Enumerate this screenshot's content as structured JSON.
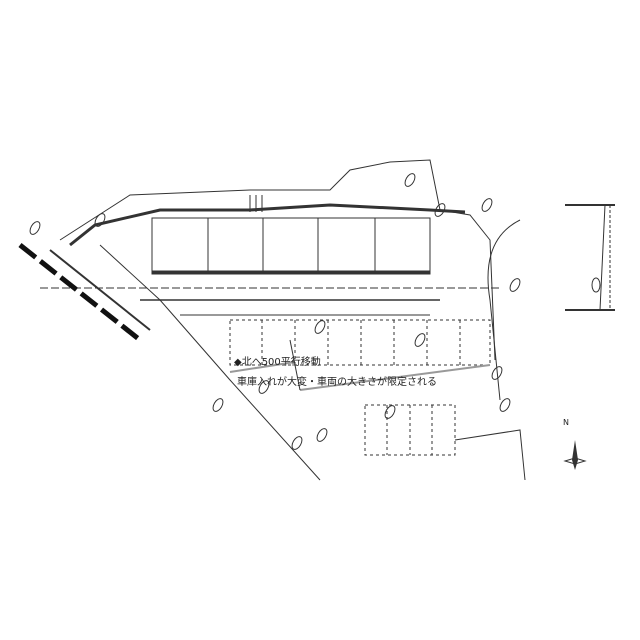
{
  "drawing": {
    "notes": [
      "◆北へ500平行移動",
      "車庫入れが大変・車両の大きさが限定される"
    ],
    "north_label": "N",
    "line_color": "#333333",
    "road_fill": "#111111"
  }
}
